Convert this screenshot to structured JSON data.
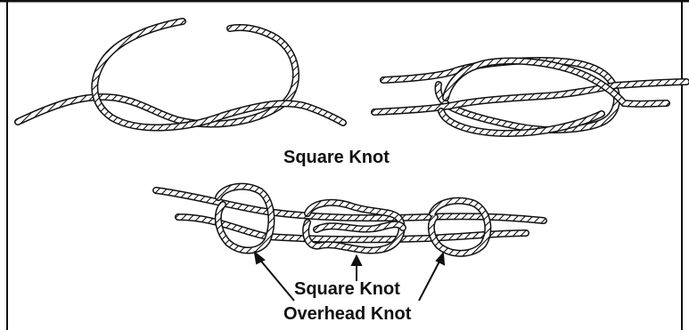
{
  "labels": {
    "top": "Square Knot",
    "bottom_square": "Square Knot",
    "bottom_overhead": "Overhead Knot"
  },
  "colors": {
    "rope_stroke": "#111111",
    "rope_fill": "#ffffff",
    "border": "#111111"
  }
}
